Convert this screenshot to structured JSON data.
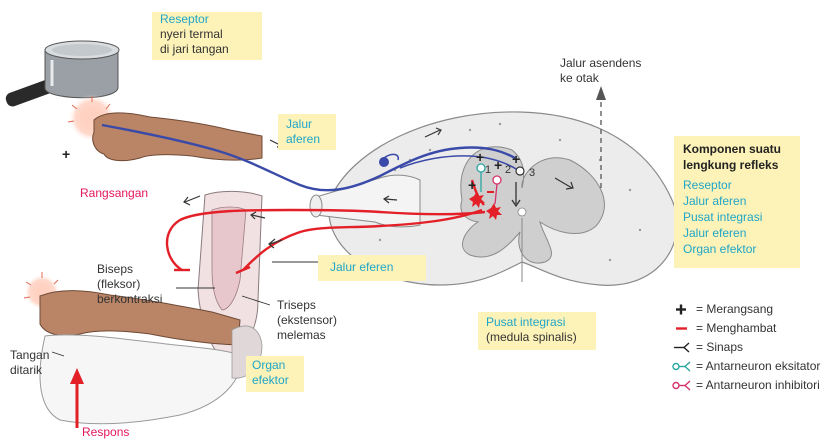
{
  "labels": {
    "receptor_line1": "Reseptor",
    "receptor_line2": "nyeri termal",
    "receptor_line3": "di jari tangan",
    "afferent_line1": "Jalur",
    "afferent_line2": "aferen",
    "ascending_line1": "Jalur asendens",
    "ascending_line2": "ke otak",
    "stimulus": "Rangsangan",
    "efferent": "Jalur eferen",
    "biceps_line1": "Biseps",
    "biceps_line2": "(fleksor)",
    "biceps_line3": "berkontraksi",
    "triceps_line1": "Triseps",
    "triceps_line2": "(ekstensor)",
    "triceps_line3": "melemas",
    "integration_line1": "Pusat integrasi",
    "integration_line2": "(medula spinalis)",
    "organ_line1": "Organ",
    "organ_line2": "efektor",
    "withdraw_line1": "Tangan",
    "withdraw_line2": "ditarik",
    "response": "Respons",
    "synapse_num1": "1",
    "synapse_num2": "2",
    "synapse_num3": "3",
    "plus_mark": "+"
  },
  "components": {
    "title_line1": "Komponen  suatu",
    "title_line2": "lengkung refleks",
    "items": [
      "Reseptor",
      "Jalur aferen",
      "Pusat integrasi",
      "Jalur eferen",
      "Organ efektor"
    ]
  },
  "legend": {
    "items": [
      {
        "symbol": "plus-icon",
        "label": "= Merangsang"
      },
      {
        "symbol": "minus-icon",
        "label": "= Menghambat"
      },
      {
        "symbol": "synapse-icon",
        "label": "= Sinaps"
      },
      {
        "symbol": "excitatory-interneuron-icon",
        "label": "= Antarneuron eksitator"
      },
      {
        "symbol": "inhibitory-interneuron-icon",
        "label": "= Antarneuron inhibitori"
      }
    ]
  },
  "colors": {
    "afferent": "#3a4aa8",
    "efferent": "#e32027",
    "label_blue": "#1fa6c9",
    "label_red": "#e3175a",
    "highlight": "#fdf2b8"
  }
}
